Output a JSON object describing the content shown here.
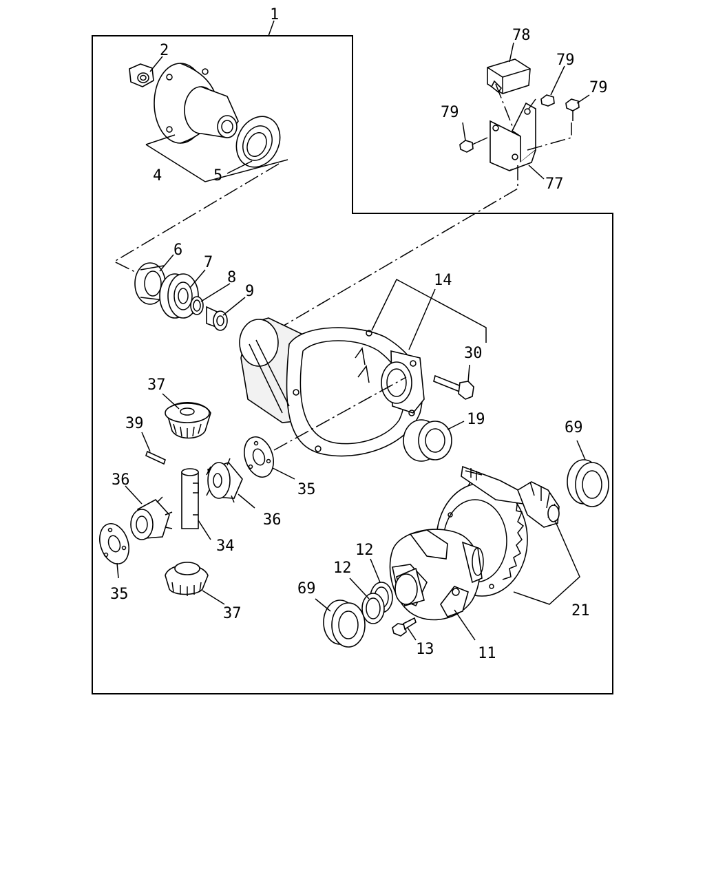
{
  "callouts": {
    "c1": "1",
    "c2": "2",
    "c4": "4",
    "c5": "5",
    "c6": "6",
    "c7": "7",
    "c8": "8",
    "c9": "9",
    "c11": "11",
    "c12a": "12",
    "c12b": "12",
    "c13": "13",
    "c14": "14",
    "c19": "19",
    "c21": "21",
    "c30": "30",
    "c34": "34",
    "c35a": "35",
    "c35b": "35",
    "c36a": "36",
    "c36b": "36",
    "c37a": "37",
    "c37b": "37",
    "c39": "39",
    "c69a": "69",
    "c69b": "69",
    "c77": "77",
    "c78": "78",
    "c79a": "79",
    "c79b": "79",
    "c79c": "79"
  }
}
